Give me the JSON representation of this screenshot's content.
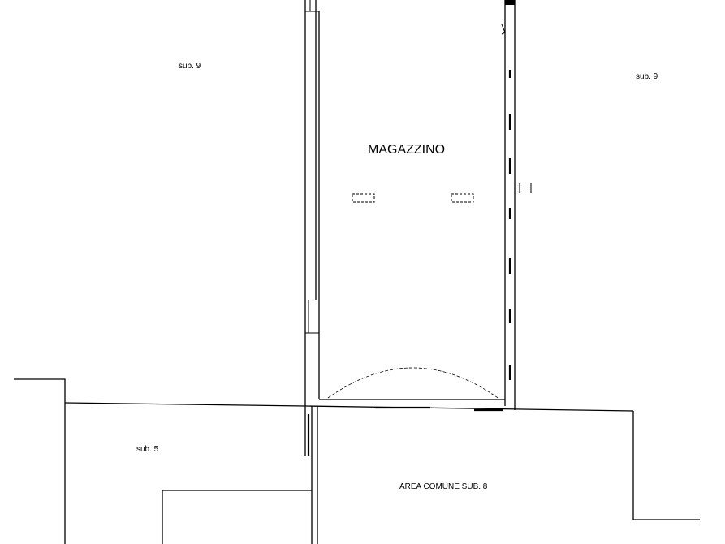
{
  "labels": {
    "sub9_left": "sub. 9",
    "sub9_right": "sub. 9",
    "magazzino": "MAGAZZINO",
    "sub5": "sub. 5",
    "area_comune": "AREA COMUNE SUB. 8"
  }
}
